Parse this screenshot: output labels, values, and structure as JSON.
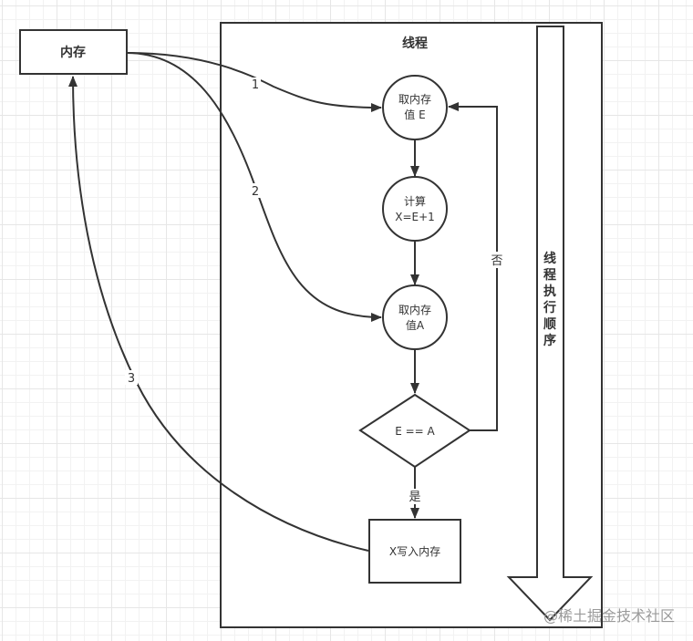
{
  "diagram": {
    "memory_box": {
      "label": "内存"
    },
    "thread_container": {
      "title": "线程"
    },
    "nodes": {
      "read_e": {
        "line1": "取内存",
        "line2": "值 E"
      },
      "compute": {
        "line1": "计算",
        "line2": "X=E+1"
      },
      "read_a": {
        "line1": "取内存",
        "line2": "值A"
      },
      "decision": {
        "label": "E == A"
      },
      "write": {
        "label": "X写入内存"
      }
    },
    "edge_labels": {
      "step1": "1",
      "step2": "2",
      "step3": "3",
      "no": "否",
      "yes": "是"
    },
    "execution_order_arrow": {
      "label": [
        "线",
        "程",
        "执",
        "行",
        "顺",
        "序"
      ]
    }
  },
  "watermark": "@稀土掘金技术社区"
}
